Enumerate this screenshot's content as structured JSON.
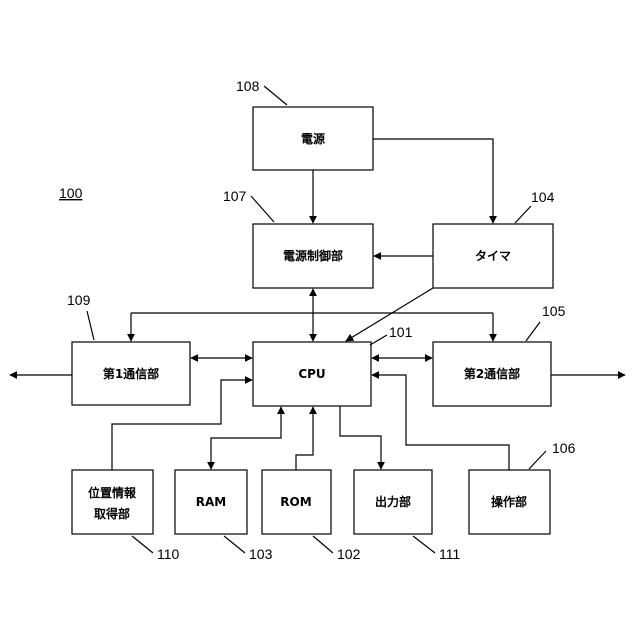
{
  "figure": {
    "number": "100"
  },
  "blocks": {
    "power": {
      "label": "電源",
      "ref": "108"
    },
    "power_control": {
      "label": "電源制御部",
      "ref": "107"
    },
    "timer": {
      "label": "タイマ",
      "ref": "104"
    },
    "comm1": {
      "label": "第1通信部",
      "ref": "109"
    },
    "cpu": {
      "label": "CPU",
      "ref": "101"
    },
    "comm2": {
      "label": "第2通信部",
      "ref": "105"
    },
    "location": {
      "label_line1": "位置情報",
      "label_line2": "取得部",
      "ref": "110"
    },
    "ram": {
      "label": "RAM",
      "ref": "103"
    },
    "rom": {
      "label": "ROM",
      "ref": "102"
    },
    "output": {
      "label": "出力部",
      "ref": "111"
    },
    "operation": {
      "label": "操作部",
      "ref": "106"
    }
  }
}
